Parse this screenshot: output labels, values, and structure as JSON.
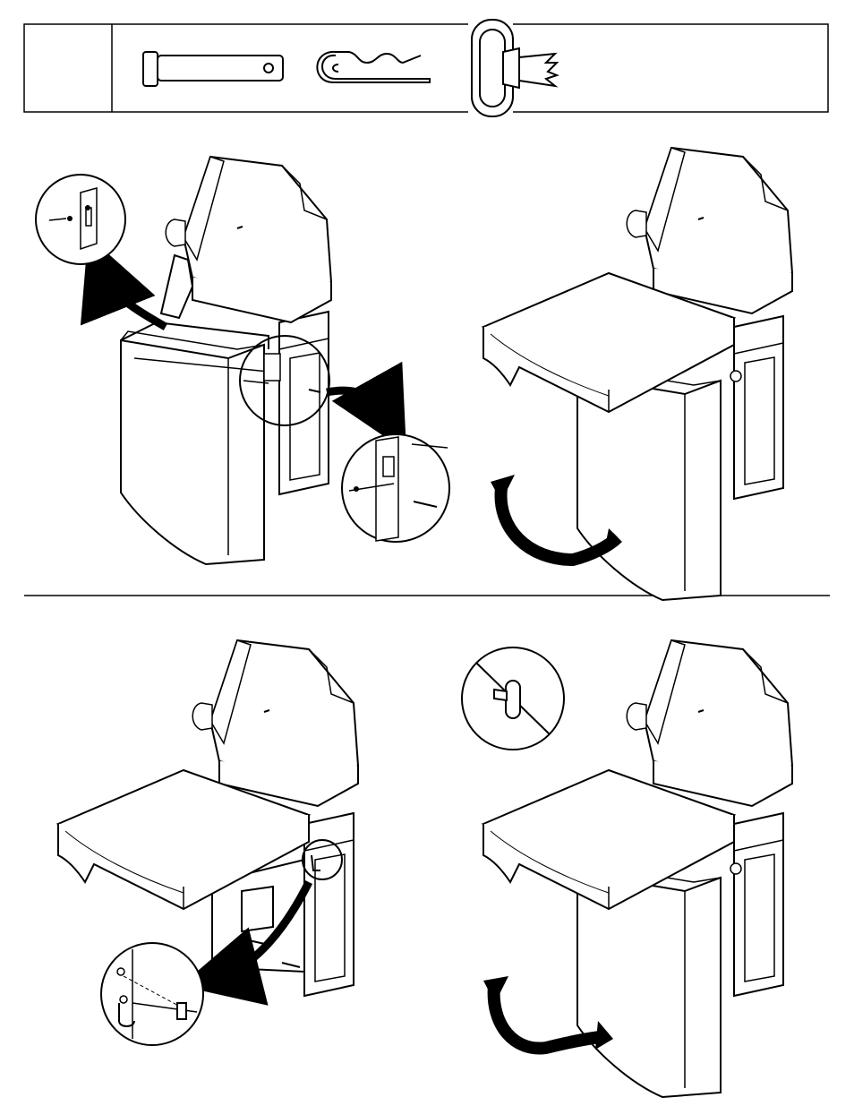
{
  "page": {
    "background": "#ffffff",
    "ink": "#000000",
    "panel_grey": "#f2f2f2"
  },
  "parts_table": {
    "cells": [
      "",
      "",
      ""
    ],
    "parts": [
      {
        "name": "clevis-pin",
        "icon": "clevis-pin-icon"
      },
      {
        "name": "hitch-pin-clip",
        "icon": "hitch-pin-clip-icon"
      },
      {
        "name": "strap-buckle-clip",
        "icon": "strap-buckle-clip-icon"
      }
    ]
  },
  "steps": [
    {
      "id": 1,
      "panel": "top-left",
      "desc_icon": "remove-pin-step"
    },
    {
      "id": 2,
      "panel": "top-right",
      "desc_icon": "rotate-seat-up-step"
    },
    {
      "id": 3,
      "panel": "bottom-left",
      "desc_icon": "insert-pin-step"
    },
    {
      "id": 4,
      "panel": "bottom-right",
      "desc_icon": "no-clip-rotate-step"
    }
  ]
}
